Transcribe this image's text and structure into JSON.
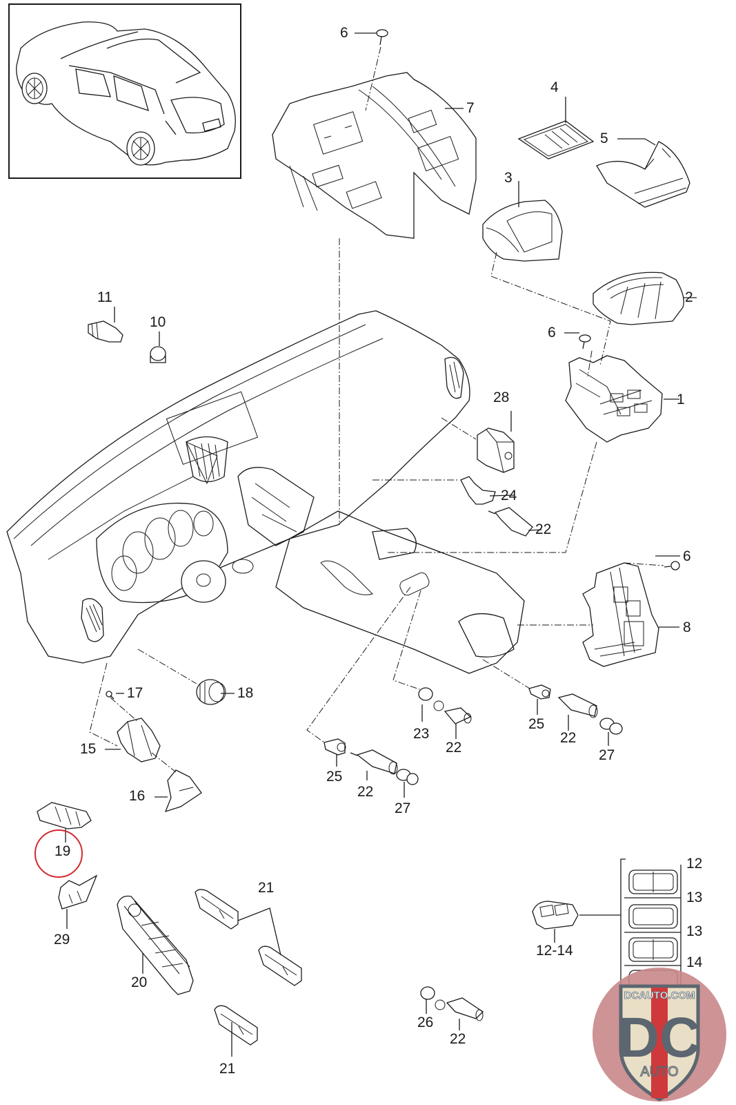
{
  "diagram": {
    "type": "exploded-parts-diagram",
    "subject": "Dashboard and center console switches",
    "thumbnail": "vehicle-overview"
  },
  "callouts": [
    {
      "id": "c1",
      "label": "1"
    },
    {
      "id": "c2",
      "label": "2"
    },
    {
      "id": "c3",
      "label": "3"
    },
    {
      "id": "c4",
      "label": "4"
    },
    {
      "id": "c5",
      "label": "5"
    },
    {
      "id": "c6a",
      "label": "6"
    },
    {
      "id": "c6b",
      "label": "6"
    },
    {
      "id": "c6c",
      "label": "6"
    },
    {
      "id": "c7",
      "label": "7"
    },
    {
      "id": "c8",
      "label": "8"
    },
    {
      "id": "c10",
      "label": "10"
    },
    {
      "id": "c11",
      "label": "11"
    },
    {
      "id": "c12",
      "label": "12"
    },
    {
      "id": "c13a",
      "label": "13"
    },
    {
      "id": "c13b",
      "label": "13"
    },
    {
      "id": "c14",
      "label": "14"
    },
    {
      "id": "c1214",
      "label": "12-14"
    },
    {
      "id": "c15",
      "label": "15"
    },
    {
      "id": "c16",
      "label": "16"
    },
    {
      "id": "c17",
      "label": "17"
    },
    {
      "id": "c18",
      "label": "18"
    },
    {
      "id": "c19",
      "label": "19"
    },
    {
      "id": "c20",
      "label": "20"
    },
    {
      "id": "c21a",
      "label": "21"
    },
    {
      "id": "c21b",
      "label": "21"
    },
    {
      "id": "c22a",
      "label": "22"
    },
    {
      "id": "c22b",
      "label": "22"
    },
    {
      "id": "c22c",
      "label": "22"
    },
    {
      "id": "c22d",
      "label": "22"
    },
    {
      "id": "c22e",
      "label": "22"
    },
    {
      "id": "c23",
      "label": "23"
    },
    {
      "id": "c24",
      "label": "24"
    },
    {
      "id": "c25a",
      "label": "25"
    },
    {
      "id": "c25b",
      "label": "25"
    },
    {
      "id": "c26",
      "label": "26"
    },
    {
      "id": "c27a",
      "label": "27"
    },
    {
      "id": "c27b",
      "label": "27"
    },
    {
      "id": "c28",
      "label": "28"
    },
    {
      "id": "c29",
      "label": "29"
    }
  ],
  "highlight": {
    "label": "19",
    "color": "#d2282e"
  },
  "watermark": {
    "top_text": "DCAUTO.COM",
    "big_text": "DC",
    "sub_text": "AUTO",
    "colors": {
      "disc": "#c9878a",
      "shield": "#e8dfc6",
      "letters": "#5c6670",
      "stripe": "#d0393b"
    }
  }
}
